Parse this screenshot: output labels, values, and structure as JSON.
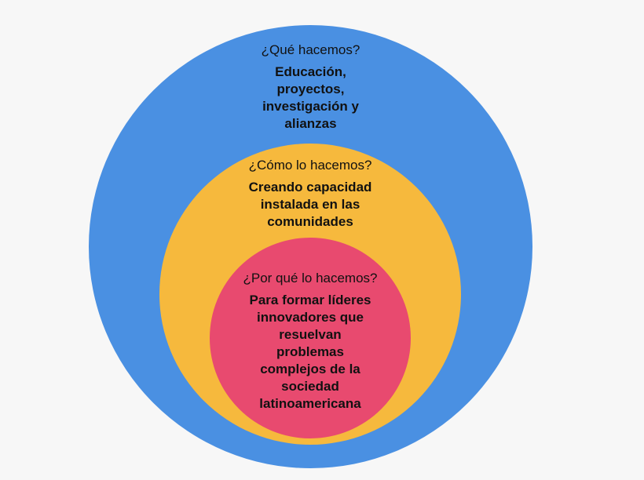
{
  "diagram": {
    "type": "nested-circles",
    "background_color": "#f7f7f7",
    "text_color": "#111111",
    "rings": [
      {
        "id": "what",
        "color": "#4a90e2",
        "question": "¿Qué hacemos?",
        "answer": "Educación,\nproyectos,\ninvestigación y\nalianzas"
      },
      {
        "id": "how",
        "color": "#f6b93d",
        "question": "¿Cómo lo hacemos?",
        "answer": "Creando capacidad\ninstalada en las\ncomunidades"
      },
      {
        "id": "why",
        "color": "#e84a6f",
        "question": "¿Por qué lo hacemos?",
        "answer": "Para formar líderes\ninnovadores que\nresuelvan\nproblemas\ncomplejos de la\nsociedad\nlatinoamericana"
      }
    ]
  }
}
